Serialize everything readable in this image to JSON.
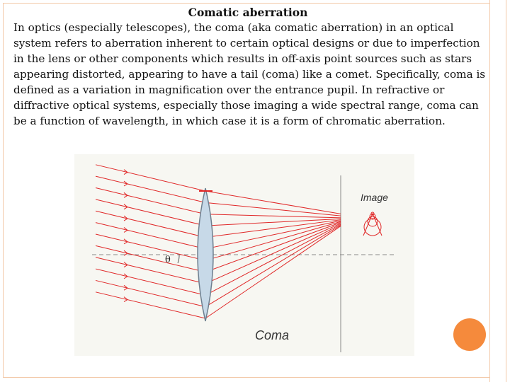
{
  "slide": {
    "title": "Comatic aberration",
    "body": "In optics (especially telescopes), the coma (aka comatic aberration) in an optical system refers to aberration inherent to certain optical designs or due to imperfection in the lens or other components which results in off-axis point sources such as stars appearing distorted, appearing to have a tail (coma) like a comet. Specifically, coma is defined as a variation in magnification over the entrance pupil. In refractive or diffractive optical systems, especially those imaging a wide spectral range, coma can be a function of wavelength, in which case it is a form of chromatic aberration."
  },
  "figure": {
    "image_label": "Image",
    "angle_label": "θ",
    "caption": "Coma",
    "colors": {
      "ray": "#e02828",
      "lens": "#c7d9e8",
      "lens_edge": "#6e7f8f"
    }
  },
  "decor": {
    "accent_color": "#f58a3c",
    "frame_color": "#f2c9a8"
  }
}
